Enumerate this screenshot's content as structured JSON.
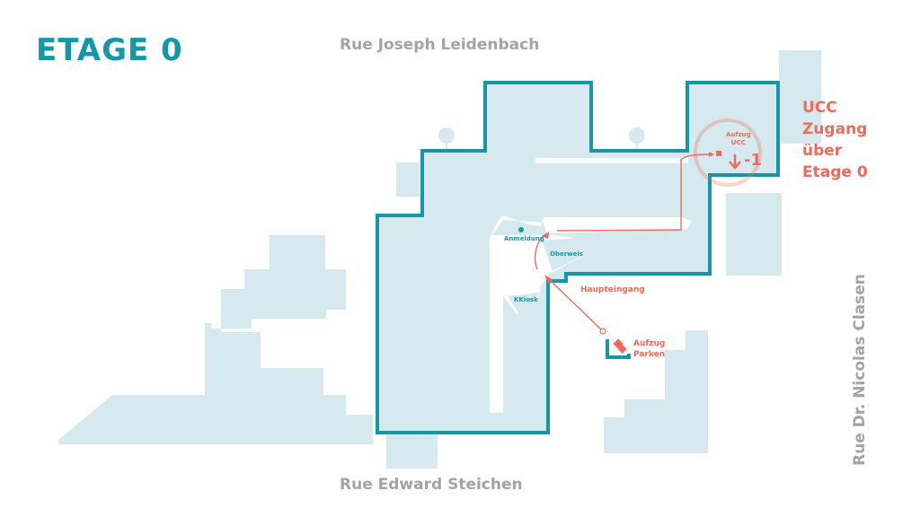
{
  "floor_title": "ETAGE 0",
  "streets": {
    "north": "Rue Joseph Leidenbach",
    "south": "Rue Edward Steichen",
    "east": "Rue Dr. Nicolas Clasen"
  },
  "ucc_note": {
    "line1": "UCC",
    "line2": "Zugang",
    "line3": "über",
    "line4": "Etage 0"
  },
  "locations": {
    "anmeldung": "Anmeldung",
    "oberweis": "Oberweis",
    "kkiosk": "KKiosk",
    "haupteingang": "Haupteingang",
    "aufzug_ucc_line1": "Aufzug",
    "aufzug_ucc_line2": "UCC",
    "aufzug_parken_line1": "Aufzug",
    "aufzug_parken_line2": "Parken",
    "level_change": "-1"
  },
  "colors": {
    "teal": "#1597a5",
    "light_blue": "#d5e9ee",
    "coral": "#ee6a5c",
    "street_grey": "#a3a3a3"
  }
}
